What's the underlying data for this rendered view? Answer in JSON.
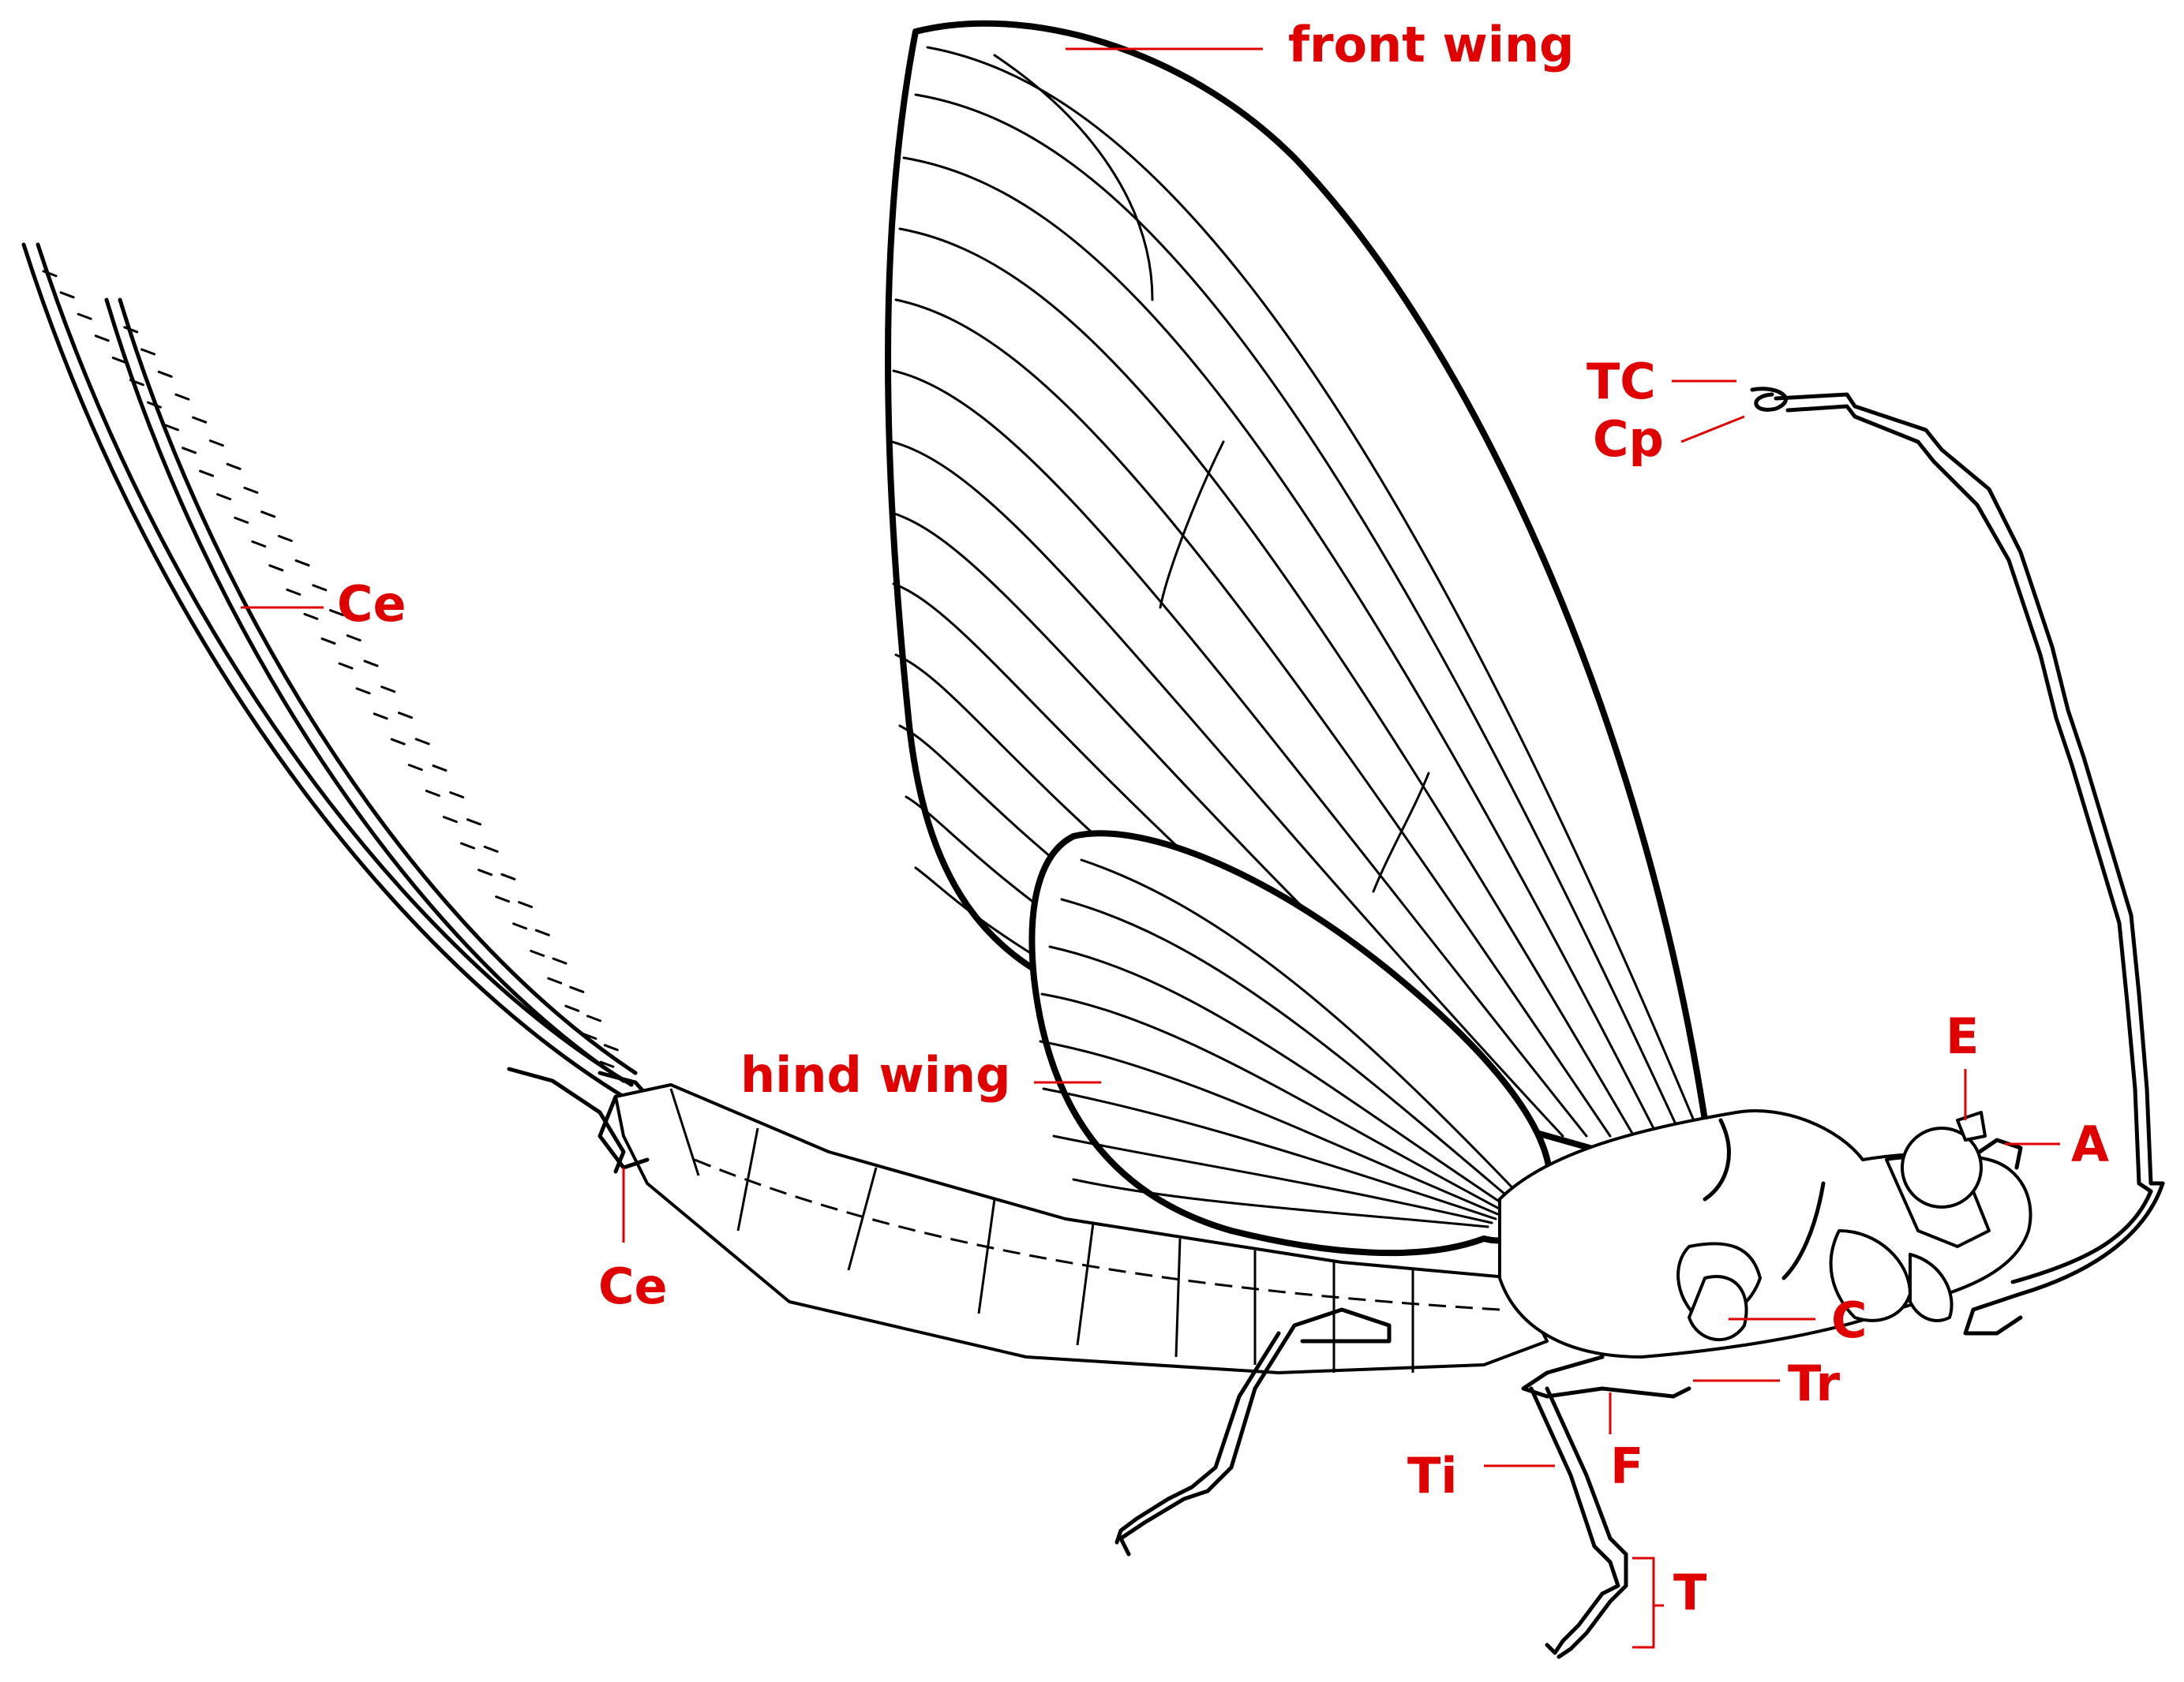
{
  "colors": {
    "label": "#e00000",
    "ink": "#000000",
    "background": "#ffffff"
  },
  "labels": {
    "front_wing": "front wing",
    "hind_wing": "hind wing",
    "ce_top": "Ce",
    "ce_bottom": "Ce",
    "tc": "TC",
    "cp": "Cp",
    "e": "E",
    "a": "A",
    "c": "C",
    "tr": "Tr",
    "f": "F",
    "ti": "Ti",
    "t": "T"
  }
}
